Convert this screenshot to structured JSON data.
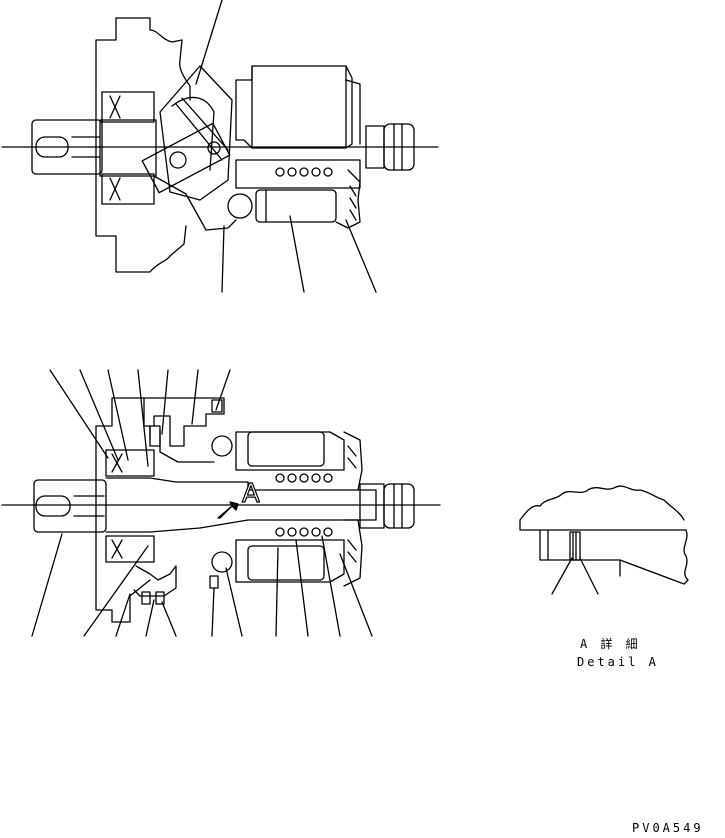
{
  "detail": {
    "title_jp": "A 詳 細",
    "title_en": "Detail A"
  },
  "section_mark": "A",
  "drawing_code": "PV0A549"
}
